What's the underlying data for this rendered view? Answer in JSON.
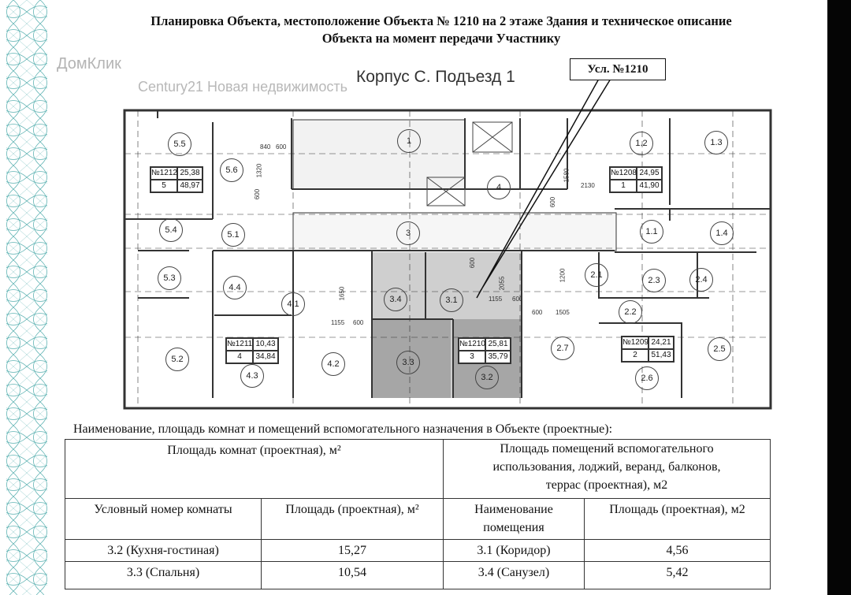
{
  "header": {
    "title_line1": "Планировка Объекта, местоположение Объекта № 1210 на 2 этаже Здания и техническое описание",
    "title_line2": "Объекта на момент передачи Участнику"
  },
  "plan": {
    "building_label": "Корпус С. Подъезд 1",
    "callout": "Усл. №1210",
    "watermark": "Century21 Новая недвижимость",
    "rooms": [
      "5.5",
      "5.6",
      "5.4",
      "5.1",
      "3",
      "5.3",
      "4.4",
      "4.1",
      "3.4",
      "3.1",
      "4.2",
      "3.3",
      "5.2",
      "4.3",
      "1",
      "4",
      "1.2",
      "1.3",
      "1.1",
      "1.4",
      "2.1",
      "2.3",
      "2.4",
      "2.2",
      "2.7",
      "2.5",
      "2.6",
      "3.2"
    ],
    "apartments": [
      {
        "number": "№1212",
        "living": "25,38",
        "rooms": "5",
        "total": "48,97"
      },
      {
        "number": "№1211",
        "living": "10,43",
        "rooms": "4",
        "total": "34,84"
      },
      {
        "number": "№1208",
        "living": "24,95",
        "rooms": "1",
        "total": "41,90"
      },
      {
        "number": "№1209",
        "living": "24,21",
        "rooms": "2",
        "total": "51,43"
      },
      {
        "number": "№1210",
        "living": "25,81",
        "rooms": "3",
        "total": "35,79"
      }
    ],
    "dimensions": [
      "840",
      "600",
      "1320",
      "600",
      "1580",
      "2130",
      "600",
      "600",
      "1650",
      "1155",
      "600",
      "2055",
      "1155",
      "600",
      "600",
      "1505",
      "1200"
    ]
  },
  "table": {
    "caption": "Наименование, площадь комнат и помещений вспомогательного назначения в Объекте (проектные):",
    "group_left": "Площадь комнат (проектная), м²",
    "group_right": "Площадь помещений вспомогательного использования, лоджий, веранд, балконов, террас (проектная), м2",
    "col1": "Условный номер комнаты",
    "col2": "Площадь (проектная), м²",
    "col3": "Наименование помещения",
    "col4": "Площадь (проектная), м2",
    "rows": [
      [
        "3.2 (Кухня-гостиная)",
        "15,27",
        "3.1 (Коридор)",
        "4,56"
      ],
      [
        "3.3 (Спальня)",
        "10,54",
        "3.4 (Санузел)",
        "5,42"
      ]
    ]
  },
  "footer_watermark": "ДомКлик"
}
